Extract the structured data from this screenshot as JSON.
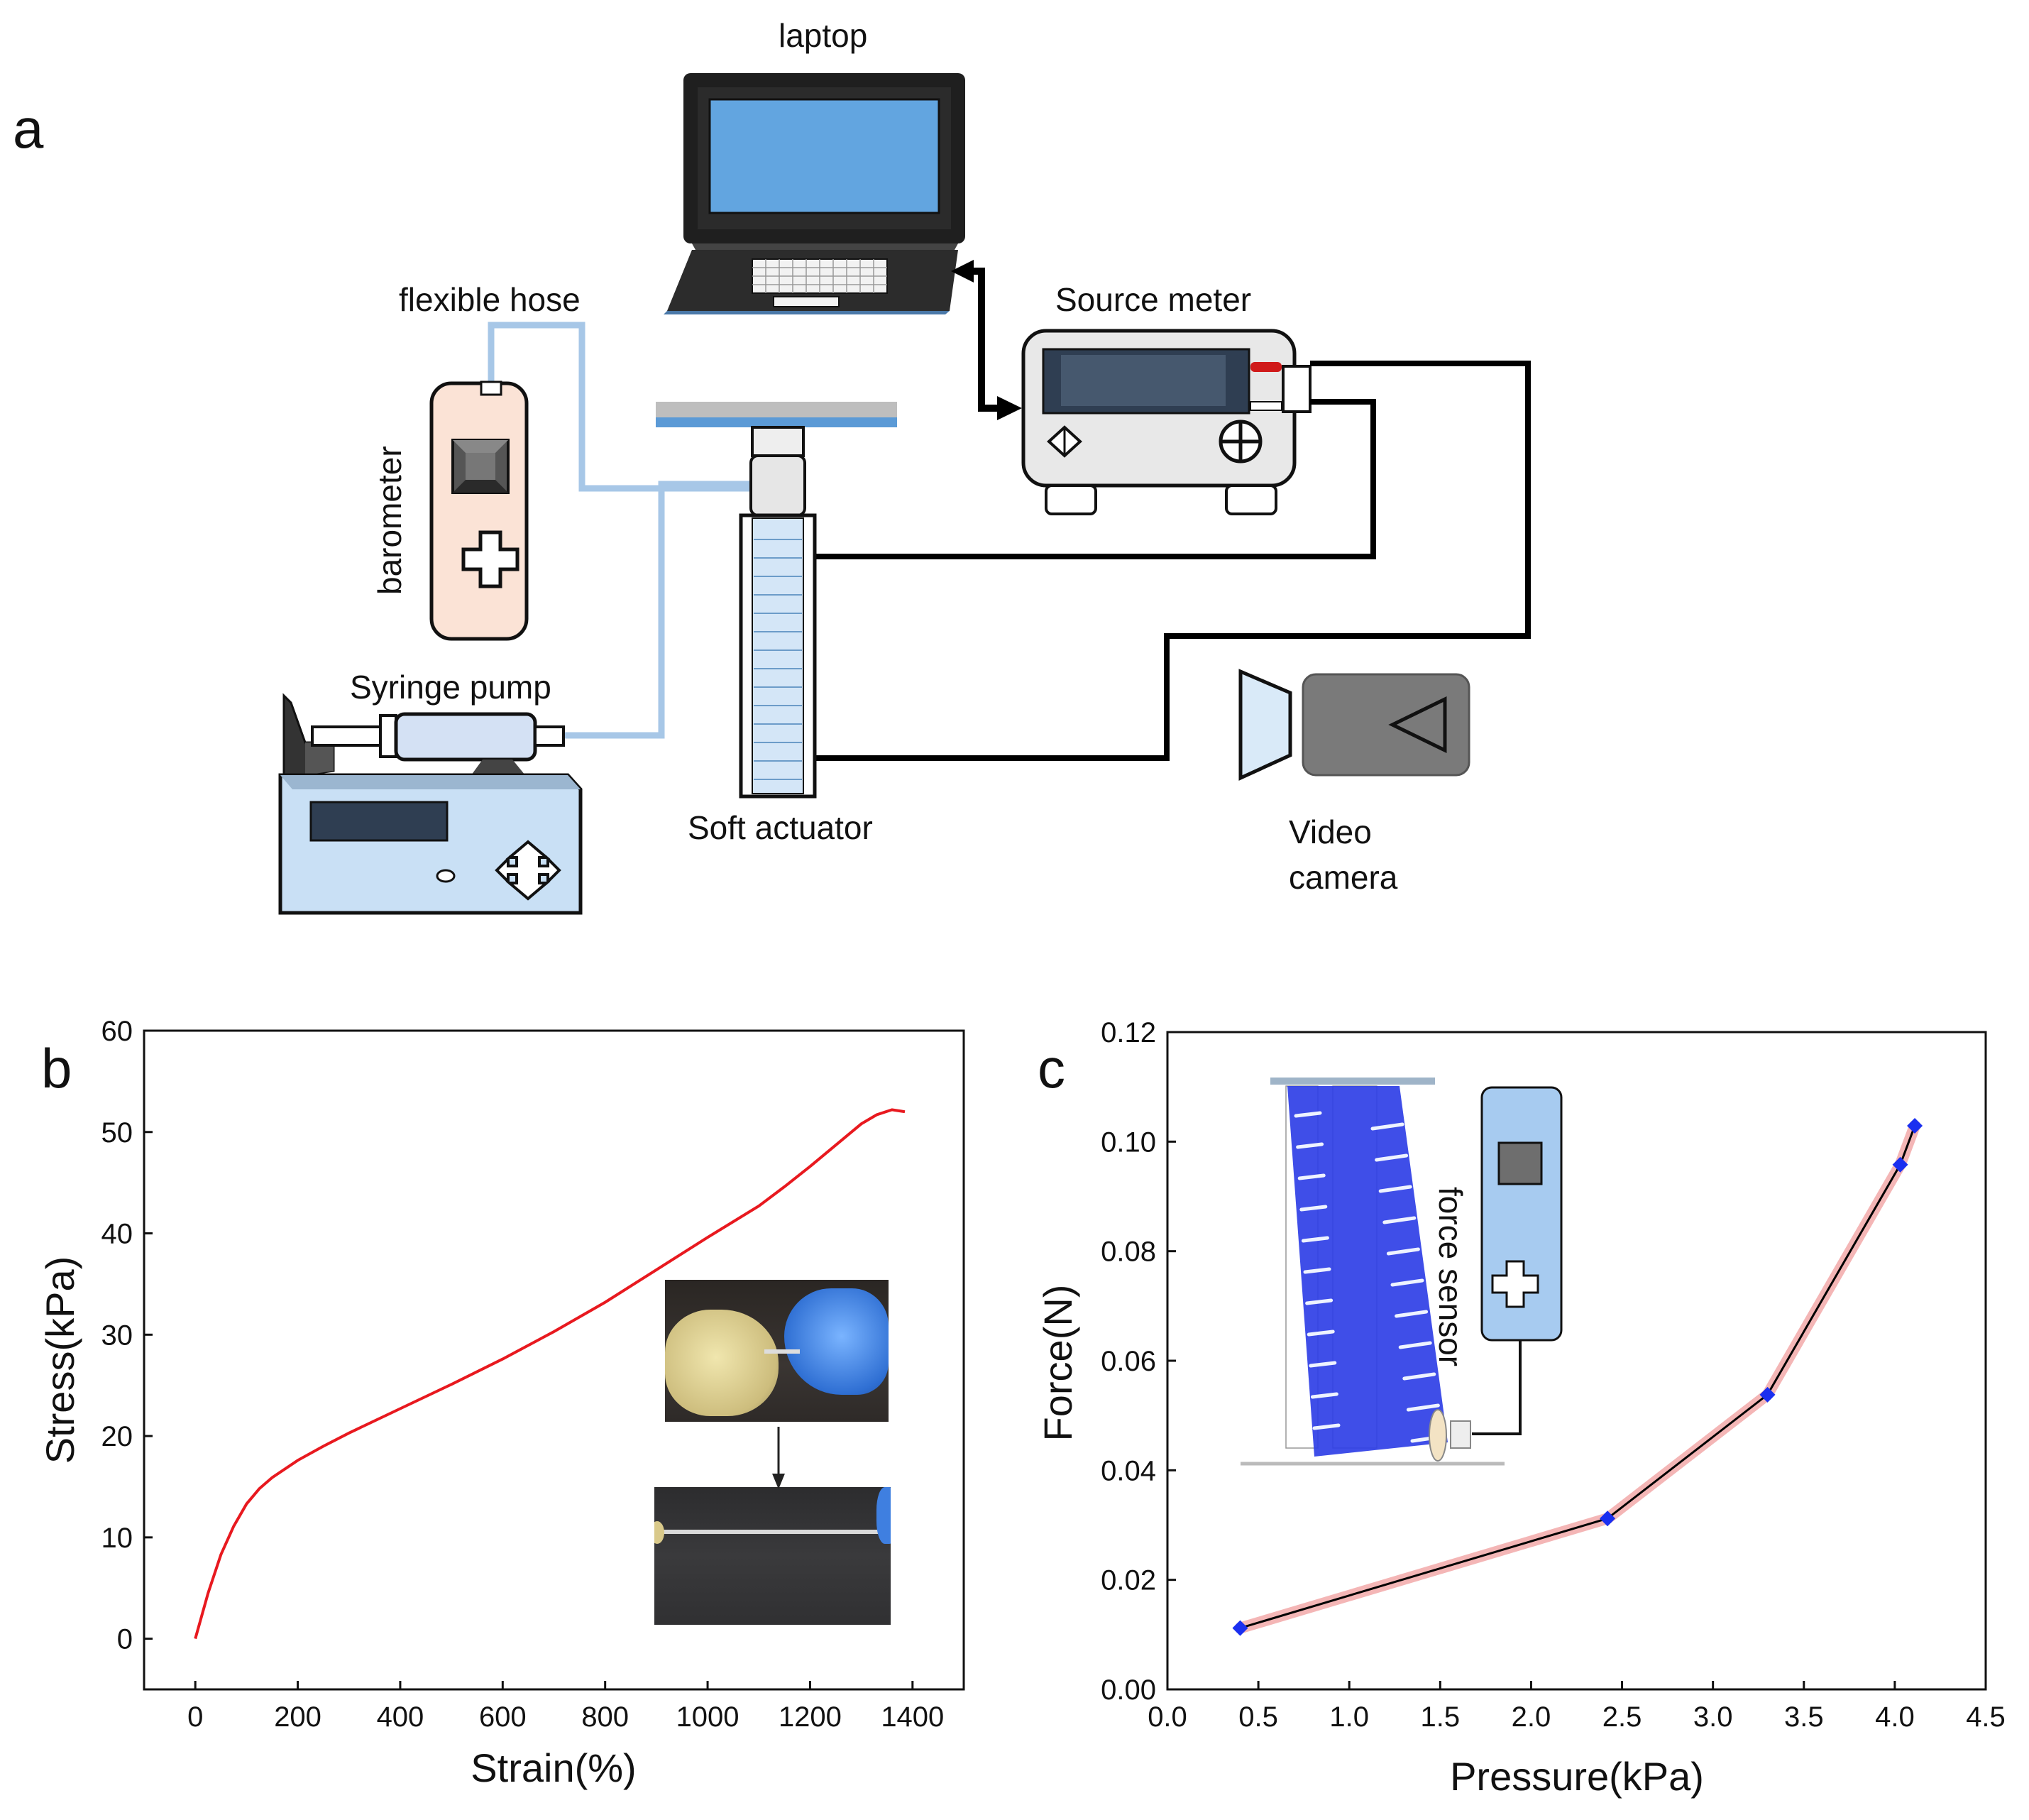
{
  "panels": {
    "a": "a",
    "b": "b",
    "c": "c"
  },
  "setup_labels": {
    "laptop": "laptop",
    "flexible_hose": "flexible hose",
    "source_meter": "Source meter",
    "barometer": "barometer",
    "syringe_pump": "Syringe pump",
    "soft_actuator": "Soft actuator",
    "video_camera_line1": "Video",
    "video_camera_line2": "camera"
  },
  "inset_c_label": "force sensor",
  "colors": {
    "hose": "#a7c7e7",
    "wire": "#000000",
    "screen": "#62a5e0",
    "curve_b": "#e8191f",
    "curve_c": "#000000",
    "band_c": "#f4b6b6",
    "marker_c": "#1a2ff0",
    "actuator_blue": "#2f3fe6"
  },
  "chart_data": [
    {
      "type": "line",
      "panel": "b",
      "xlabel": "Strain(%)",
      "ylabel": "Stress(kPa)",
      "xlim": [
        -100,
        1500
      ],
      "ylim": [
        -5,
        60
      ],
      "xticks": [
        0,
        200,
        400,
        600,
        800,
        1000,
        1200,
        1400
      ],
      "yticks": [
        0,
        10,
        20,
        30,
        40,
        50,
        60
      ],
      "grid": false,
      "series": [
        {
          "x": [
            0,
            25,
            50,
            75,
            100,
            125,
            150,
            200,
            250,
            300,
            400,
            500,
            600,
            700,
            800,
            900,
            1000,
            1100,
            1150,
            1200,
            1250,
            1300,
            1330,
            1360,
            1385
          ],
          "y": [
            0,
            4.5,
            8.3,
            11.1,
            13.3,
            14.8,
            15.9,
            17.6,
            19.0,
            20.3,
            22.7,
            25.1,
            27.6,
            30.3,
            33.2,
            36.4,
            39.6,
            42.7,
            44.6,
            46.6,
            48.7,
            50.8,
            51.7,
            52.2,
            52.0
          ]
        }
      ]
    },
    {
      "type": "line",
      "panel": "c",
      "xlabel": "Pressure(kPa)",
      "ylabel": "Force(N)",
      "xlim": [
        0.0,
        4.5
      ],
      "ylim": [
        0.0,
        0.12
      ],
      "xticks": [
        "0.0",
        "0.5",
        "1.0",
        "1.5",
        "2.0",
        "2.5",
        "3.0",
        "3.5",
        "4.0",
        "4.5"
      ],
      "yticks": [
        "0.00",
        "0.02",
        "0.04",
        "0.06",
        "0.08",
        "0.10",
        "0.12"
      ],
      "grid": false,
      "series": [
        {
          "x": [
            0.4,
            2.42,
            3.3,
            4.03,
            4.11
          ],
          "y": [
            0.0112,
            0.0312,
            0.0538,
            0.0958,
            0.1029
          ]
        }
      ]
    }
  ]
}
